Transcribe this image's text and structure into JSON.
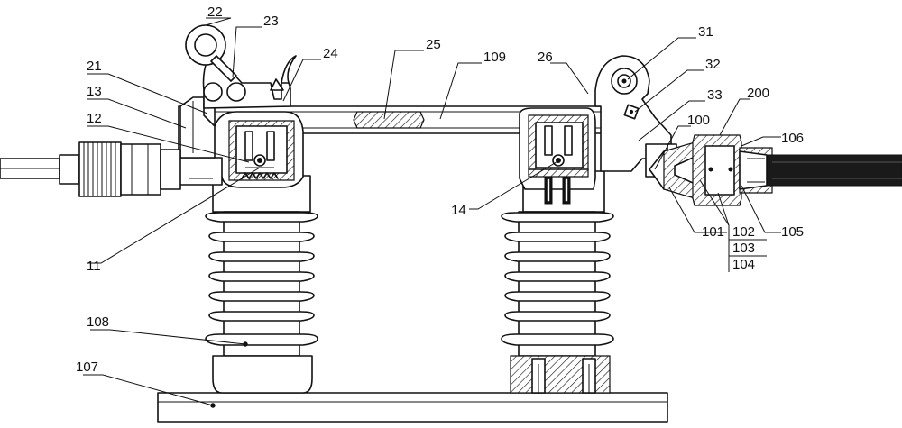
{
  "labels": {
    "l11": "11",
    "l12": "12",
    "l13": "13",
    "l14": "14",
    "l21": "21",
    "l22": "22",
    "l23": "23",
    "l24": "24",
    "l25": "25",
    "l26": "26",
    "l31": "31",
    "l32": "32",
    "l33": "33",
    "l100": "100",
    "l101": "101",
    "l102": "102",
    "l103": "103",
    "l104": "104",
    "l105": "105",
    "l106": "106",
    "l107": "107",
    "l108": "108",
    "l109": "109",
    "l200": "200"
  }
}
